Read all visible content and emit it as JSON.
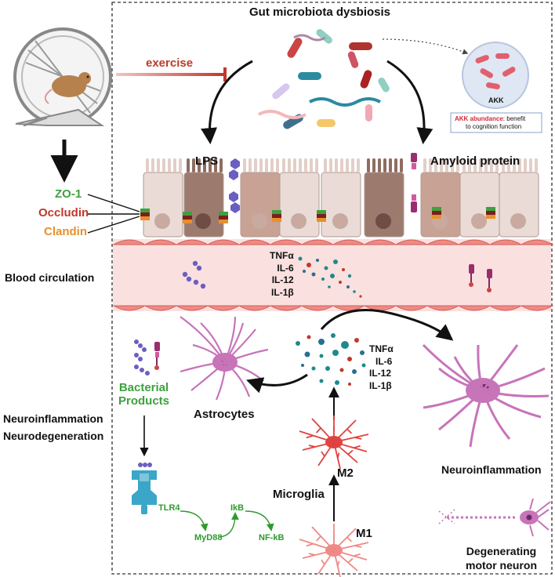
{
  "top": {
    "title": "Gut microbiota dysbiosis",
    "exercise": "exercise",
    "akk": "AKK",
    "akk_note_bold": "AKK abundance",
    "akk_note_rest": ": benefit",
    "akk_note_line2": "to cognition function",
    "lps": "LPS",
    "amyloid": "Amyloid protein"
  },
  "tight_junctions": [
    "ZO-1",
    "Occludin",
    "Clandin"
  ],
  "blood": {
    "label": "Blood circulation",
    "cytokines": [
      "TNFα",
      "IL-6",
      "IL-12",
      "IL-1β"
    ]
  },
  "brain": {
    "left_labels": [
      "Neuroinflammation",
      "Neurodegeneration"
    ],
    "bacterial_products": [
      "Bacterial",
      "Products"
    ],
    "astrocytes": "Astrocytes",
    "cytokines": [
      "TNFα",
      "IL-6",
      "IL-12",
      "IL-1β"
    ],
    "neuroinflammation": "Neuroinflammation",
    "degenerating": [
      "Degenerating",
      "motor neuron"
    ],
    "microglia": "Microglia",
    "m2": "M2",
    "m1": "M1"
  },
  "pathway": {
    "tlr4": "TLR4",
    "myd88": "MyD88",
    "ikb": "IkB",
    "nfkb": "NF-kB"
  },
  "colors": {
    "zo1": "#3da13d",
    "occludin": "#c0392b",
    "clandin": "#e8902a",
    "pathway_green": "#2e9a2e",
    "akk_red": "#d6263d",
    "exercise_red": "#c0392b",
    "blood_bg": "#fbe0e0",
    "neuron_pink": "#c774b9",
    "microglia_red": "#e0433f",
    "receptor_blue": "#3aa6c8"
  },
  "icons": [
    "hamster-wheel-icon",
    "bacteria-icon",
    "tlr4-receptor-icon",
    "astrocyte-icon",
    "neuron-icon",
    "microglia-icon"
  ]
}
